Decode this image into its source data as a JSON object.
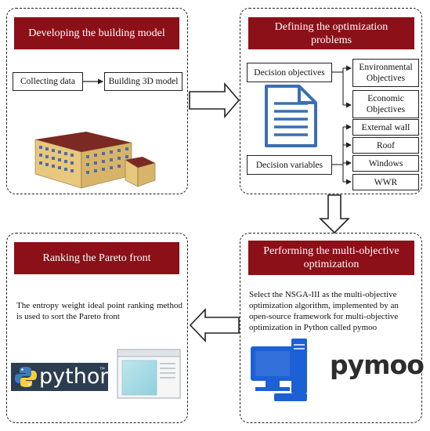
{
  "panels": {
    "top_left": {
      "title": "Developing the building model",
      "collect": "Collecting data",
      "model3d": "Building 3D model"
    },
    "top_right": {
      "title": "Defining the optimization problems",
      "objectives": "Decision objectives",
      "variables": "Decision variables",
      "env_objectives": "Environmental Objectives",
      "eco_objectives": "Economic Objectives",
      "external_wall": "External wall",
      "roof": "Roof",
      "windows": "Windows",
      "wwr": "WWR"
    },
    "bottom_right": {
      "title": "Performing the multi-objective optimization",
      "description": "Select the NSGA-III  as the multi-objective optimization algorithm,  implemented by an open-source framework for multi-objective optimization in Python  called pymoo",
      "pymoo_logo": "pymoo"
    },
    "bottom_left": {
      "title": "Ranking the Pareto front",
      "description": "The entropy weight ideal point ranking method is used to sort the Pareto front",
      "python_logo": "python",
      "tm": "™"
    }
  },
  "colors": {
    "banner": "#8b1018",
    "doc_icon": "#3b6fb2",
    "computer": "#1d5fd4",
    "python_bg": "#2b3d4f"
  },
  "icons": [
    "document-icon",
    "building-icon",
    "computer-icon",
    "window-app-icon",
    "python-logo-icon"
  ]
}
